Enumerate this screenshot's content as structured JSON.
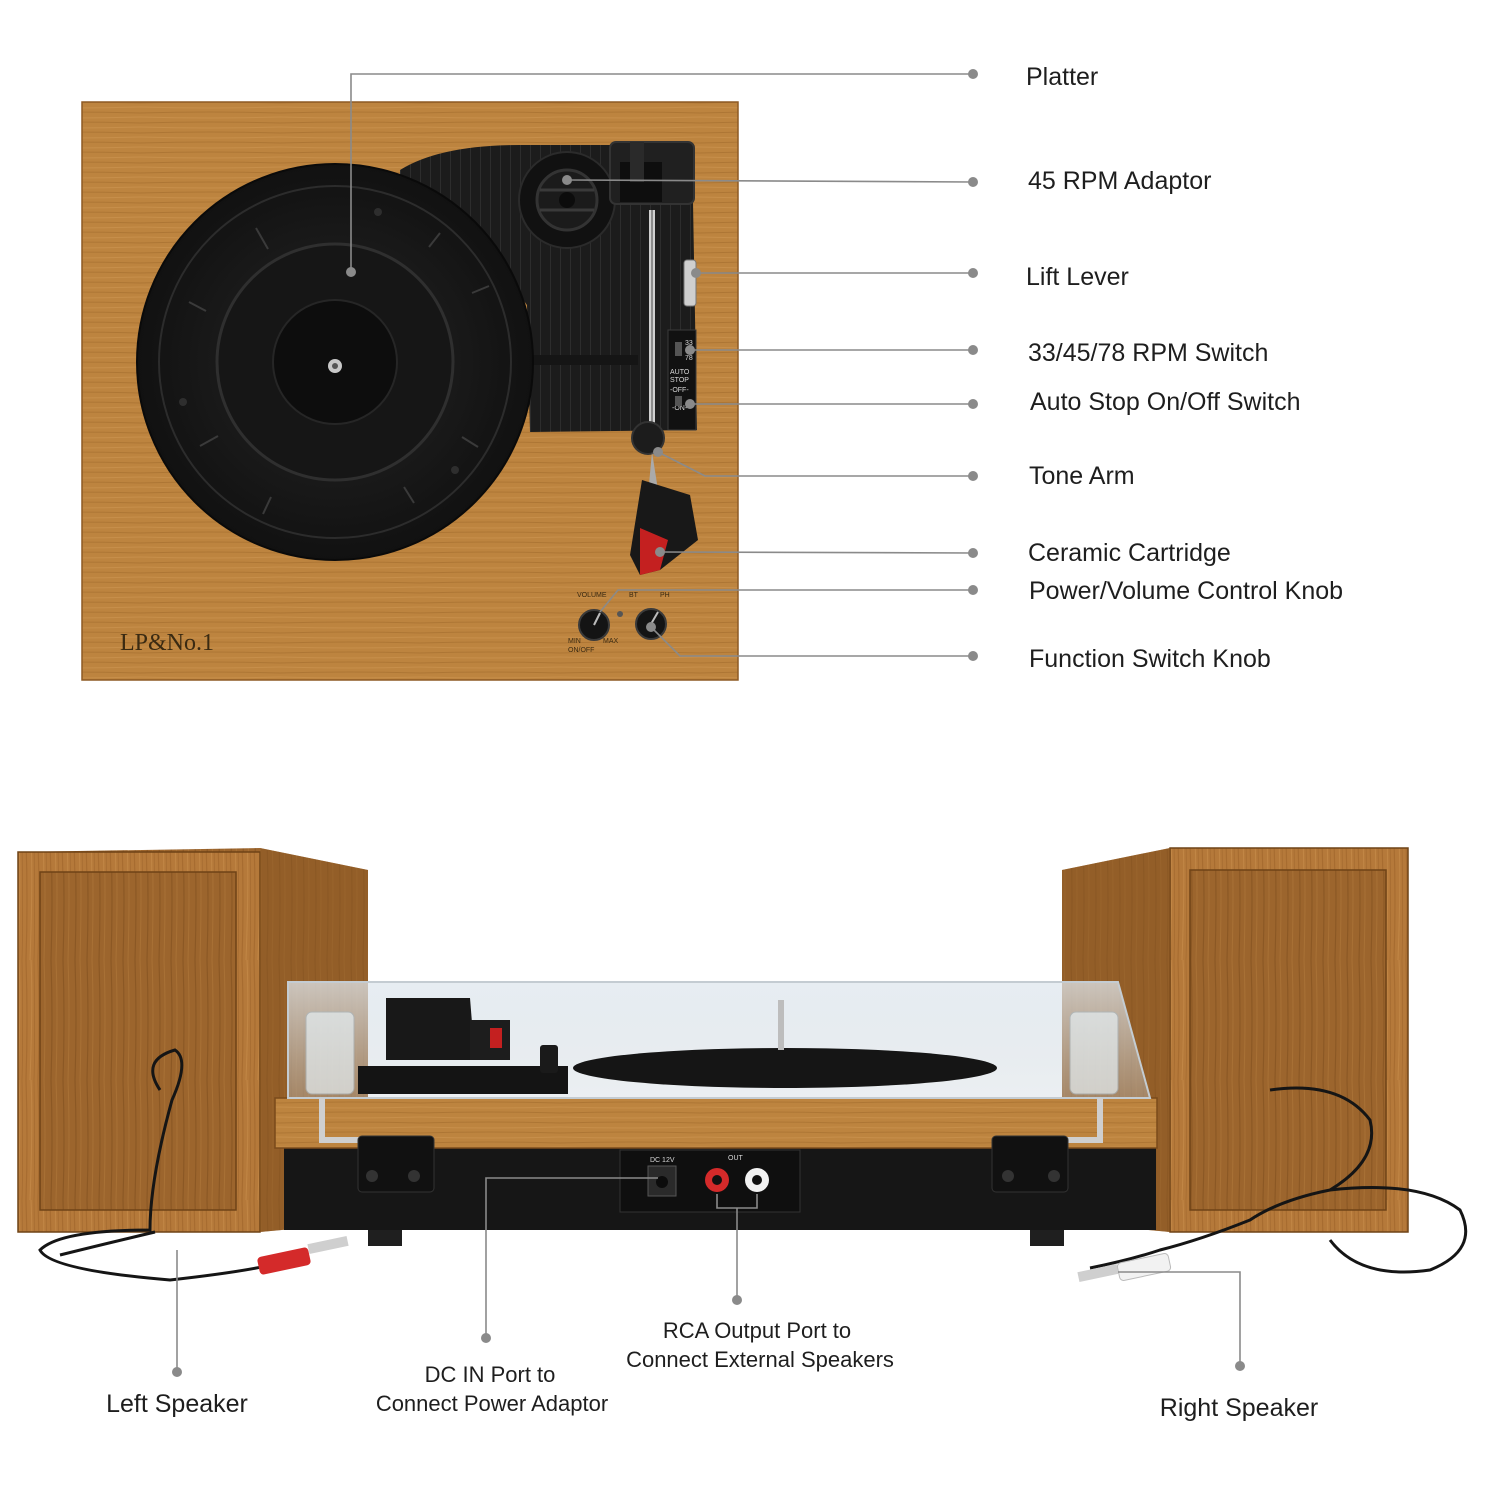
{
  "top_labels": {
    "platter": "Platter",
    "adaptor_45": "45 RPM Adaptor",
    "lift_lever": "Lift Lever",
    "rpm_switch": "33/45/78 RPM Switch",
    "auto_stop": "Auto Stop On/Off Switch",
    "tone_arm": "Tone Arm",
    "cartridge": "Ceramic Cartridge",
    "power_volume": "Power/Volume Control Knob",
    "function_knob": "Function Switch Knob"
  },
  "bottom_labels": {
    "left_speaker": "Left Speaker",
    "dc_in_line1": "DC IN Port to",
    "dc_in_line2": "Connect Power Adaptor",
    "rca_line1": "RCA Output Port to",
    "rca_line2": "Connect External Speakers",
    "right_speaker": "Right Speaker"
  },
  "device_text": {
    "logo": "LP&No.1",
    "volume": "VOLUME",
    "bt": "BT",
    "ph": "PH",
    "min": "MIN",
    "max": "MAX",
    "on_off": "ON/OFF",
    "rpm_33": "33",
    "rpm_78": "78",
    "auto_stop_1": "AUTO",
    "auto_stop_2": "STOP",
    "off": "-OFF-",
    "on": "-ON-",
    "dc_12v": "DC 12V",
    "out": "OUT"
  },
  "colors": {
    "wood": "#b9803c",
    "wood_dark": "#8d5a24",
    "plastic_black": "#1a1a1a",
    "leader_gray": "#8a8a8a",
    "rca_red": "#d42a2a",
    "rca_white": "#f2f2f2"
  }
}
